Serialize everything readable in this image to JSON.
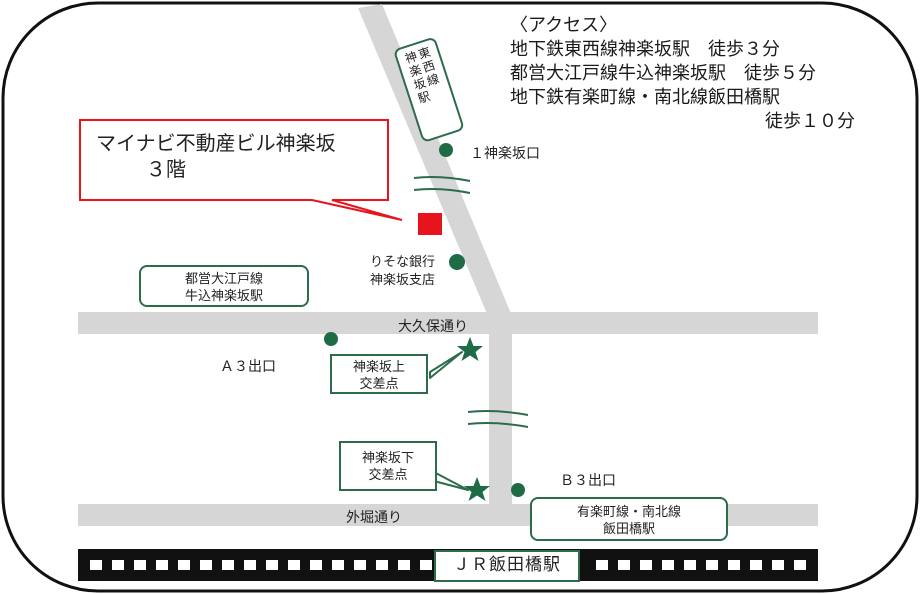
{
  "access": {
    "heading": "〈アクセス〉",
    "lines": [
      "地下鉄東西線神楽坂駅　徒歩３分",
      "都営大江戸線牛込神楽坂駅　徒歩５分",
      "地下鉄有楽町線・南北線飯田橋駅",
      "徒歩１０分"
    ]
  },
  "building": {
    "name": "マイナビ不動産ビル神楽坂",
    "floor": "３階"
  },
  "stations": {
    "tozai": "東西線\n神楽坂駅",
    "oedo": [
      "都営大江戸線",
      "牛込神楽坂駅"
    ],
    "yurakucho": [
      "有楽町線・南北線",
      "飯田橋駅"
    ],
    "jr": "ＪＲ飯田橋駅"
  },
  "exits": {
    "kagurazaka_1": "１神楽坂口",
    "a3": "Ａ３出口",
    "b3": "Ｂ３出口"
  },
  "landmarks": {
    "bank": [
      "りそな銀行",
      "神楽坂支店"
    ]
  },
  "streets": {
    "okubo": "大久保通り",
    "sotobori": "外堀通り"
  },
  "intersections": {
    "upper": [
      "神楽坂上",
      "交差点"
    ],
    "lower": [
      "神楽坂下",
      "交差点"
    ]
  },
  "colors": {
    "road": "#d6d6d6",
    "green": "#1f6b46",
    "building_marker": "#e8141c",
    "callout_border": "#e8141c",
    "rail": "#111111"
  }
}
